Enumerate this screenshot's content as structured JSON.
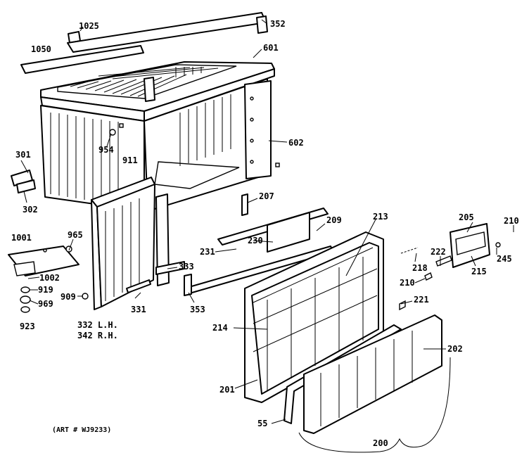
{
  "art_number": "(ART # WJ9233)",
  "labels": {
    "l1025": "1025",
    "l352": "352",
    "l1050": "1050",
    "l601": "601",
    "l954": "954",
    "l911": "911",
    "l602": "602",
    "l301": "301",
    "l302": "302",
    "l207": "207",
    "l1001": "1001",
    "l965": "965",
    "l209": "209",
    "l213": "213",
    "l205": "205",
    "l210a": "210",
    "l231": "231",
    "l230": "230",
    "l222": "222",
    "l245": "245",
    "l333": "333",
    "l218": "218",
    "l215": "215",
    "l210b": "210",
    "l1002": "1002",
    "l919": "919",
    "l969": "969",
    "l909": "909",
    "l353": "353",
    "l221": "221",
    "l331": "331",
    "l923": "923",
    "l332": "332 L.H.",
    "l342": "342 R.H.",
    "l214": "214",
    "l202": "202",
    "l201": "201",
    "l55": "55",
    "l200": "200"
  }
}
